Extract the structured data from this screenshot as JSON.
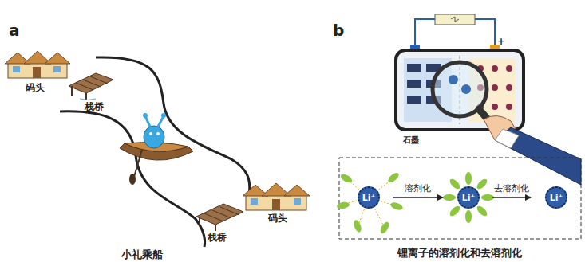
{
  "diagram": {
    "nodes": [
      {
        "text": [
          "Li⁺"
        ]
      },
      {
        "text": [
          "Li⁺"
        ]
      },
      {
        "text": [
          "Li⁺"
        ]
      }
    ],
    "edges": [
      {
        "from": 0,
        "to": 1,
        "label": "溶剂化",
        "arrow": "to"
      },
      {
        "from": 1,
        "to": 2,
        "label": "去溶剂化",
        "arrow": "to"
      }
    ],
    "labels": [
      "a",
      "码头",
      "栈桥",
      "栈桥",
      "码头",
      "小礼乘船",
      "b",
      "+",
      "石墨",
      "锂离子的溶剂化和去溶剂化"
    ]
  }
}
